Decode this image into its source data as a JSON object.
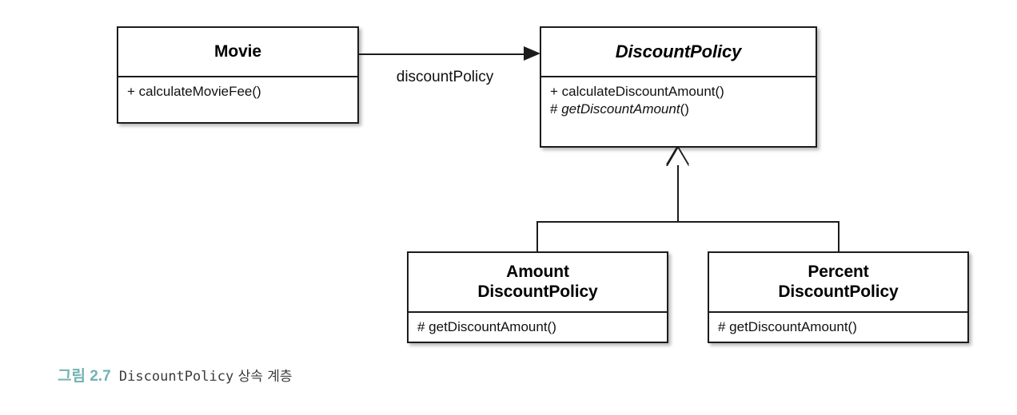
{
  "diagram": {
    "type": "uml-class-diagram",
    "classes": [
      {
        "id": "movie",
        "name": "Movie",
        "abstract": false,
        "members": [
          "+ calculateMovieFee()"
        ]
      },
      {
        "id": "discountPolicy",
        "name": "DiscountPolicy",
        "abstract": true,
        "members": [
          {
            "visibility": "+",
            "text": "calculateDiscountAmount()",
            "abstract": false
          },
          {
            "visibility": "#",
            "text": "getDiscountAmount",
            "suffix": "()",
            "abstract": true
          }
        ]
      },
      {
        "id": "amountDiscountPolicy",
        "name_line1": "Amount",
        "name_line2": "DiscountPolicy",
        "abstract": false,
        "members": [
          "# getDiscountAmount()"
        ]
      },
      {
        "id": "percentDiscountPolicy",
        "name_line1": "Percent",
        "name_line2": "DiscountPolicy",
        "abstract": false,
        "members": [
          "# getDiscountAmount()"
        ]
      }
    ],
    "relations": [
      {
        "kind": "association",
        "from": "movie",
        "to": "discountPolicy",
        "label": "discountPolicy",
        "arrow": "open-filled"
      },
      {
        "kind": "generalization",
        "from": "amountDiscountPolicy",
        "to": "discountPolicy",
        "arrow": "hollow-triangle"
      },
      {
        "kind": "generalization",
        "from": "percentDiscountPolicy",
        "to": "discountPolicy",
        "arrow": "hollow-triangle"
      }
    ]
  },
  "caption": {
    "number": "그림 2.7",
    "subject": "DiscountPolicy",
    "description": "상속 계층",
    "number_color": "#74b2b2",
    "text_color": "#3b3b3b"
  },
  "colors": {
    "stroke": "#1c1c1c",
    "fill": "#ffffff",
    "text": "#111111",
    "accent": "#74b2b2"
  }
}
